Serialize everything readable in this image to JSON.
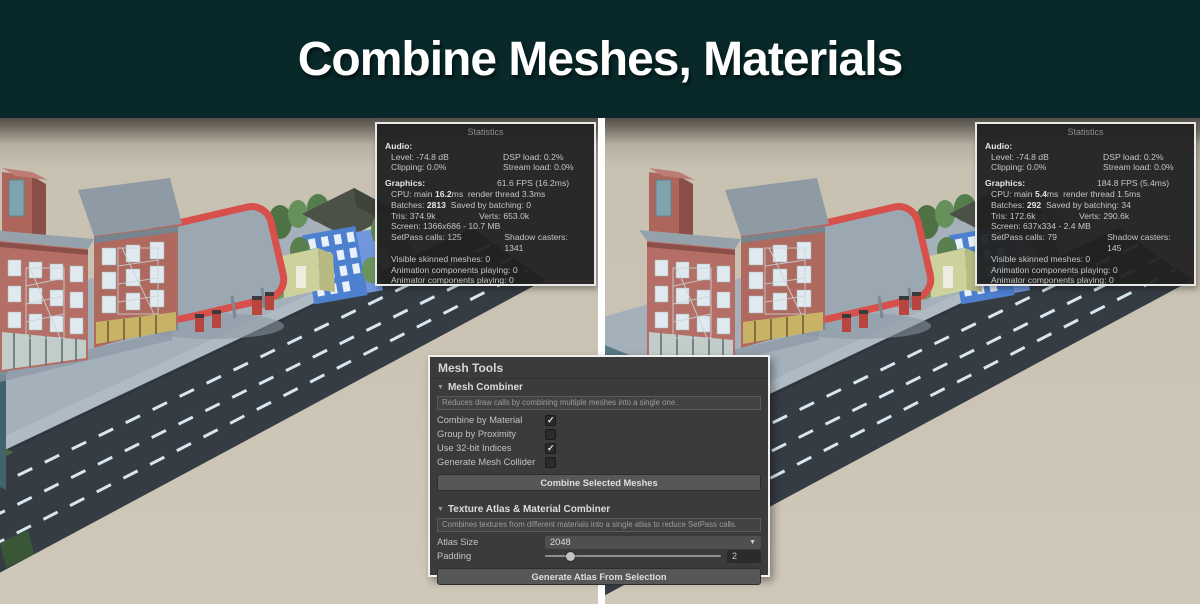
{
  "banner": {
    "title": "Combine Meshes, Materials",
    "bg_color": "#082829"
  },
  "stats_left": {
    "title": "Statistics",
    "audio_label": "Audio:",
    "level": "Level: -74.8 dB",
    "clipping": "Clipping: 0.0%",
    "dsp": "DSP load: 0.2%",
    "stream": "Stream load: 0.0%",
    "graphics_label": "Graphics:",
    "fps": "61.6 FPS (16.2ms)",
    "cpu_pre": "CPU: main ",
    "cpu_bold": "16.2",
    "cpu_post": "ms  render thread 3.3ms",
    "batches_pre": "Batches: ",
    "batches_bold": "2813",
    "batches_post": "  Saved by batching: 0",
    "tris": "Tris: 374.9k",
    "verts": "Verts: 653.0k",
    "screen": "Screen: 1366x686 - 10.7 MB",
    "setpass": "SetPass calls: 125",
    "shadow": "Shadow casters: 1341",
    "skinned": "Visible skinned meshes: 0",
    "anim": "Animation components playing: 0",
    "animator": "Animator components playing: 0"
  },
  "stats_right": {
    "title": "Statistics",
    "audio_label": "Audio:",
    "level": "Level: -74.8 dB",
    "clipping": "Clipping: 0.0%",
    "dsp": "DSP load: 0.2%",
    "stream": "Stream load: 0.0%",
    "graphics_label": "Graphics:",
    "fps": "184.8 FPS (5.4ms)",
    "cpu_pre": "CPU: main ",
    "cpu_bold": "5.4",
    "cpu_post": "ms  render thread 1.5ms",
    "batches_pre": "Batches: ",
    "batches_bold": "292",
    "batches_post": "  Saved by batching: 34",
    "tris": "Tris: 172.6k",
    "verts": "Verts: 290.6k",
    "screen": "Screen: 637x334 - 2.4 MB",
    "setpass": "SetPass calls: 79",
    "shadow": "Shadow casters: 145",
    "skinned": "Visible skinned meshes: 0",
    "anim": "Animation components playing: 0",
    "animator": "Animator components playing: 0"
  },
  "mesh_tools": {
    "title": "Mesh Tools",
    "combiner": {
      "header": "Mesh Combiner",
      "help": "Reduces draw calls by combining multiple meshes into a single one.",
      "options": [
        {
          "label": "Combine by Material",
          "checked": true
        },
        {
          "label": "Group by Proximity",
          "checked": false
        },
        {
          "label": "Use 32-bit Indices",
          "checked": true
        },
        {
          "label": "Generate Mesh Collider",
          "checked": false
        }
      ],
      "button": "Combine Selected Meshes"
    },
    "atlas": {
      "header": "Texture Atlas & Material Combiner",
      "help": "Combines textures from different materials into a single atlas to reduce SetPass calls.",
      "size_label": "Atlas Size",
      "size_value": "2048",
      "padding_label": "Padding",
      "padding_value": "2",
      "button": "Generate Atlas From Selection"
    }
  },
  "colors": {
    "canopy_red": "#d8504b",
    "road": "#363c44",
    "sky_beige": "#cfc8b9"
  }
}
